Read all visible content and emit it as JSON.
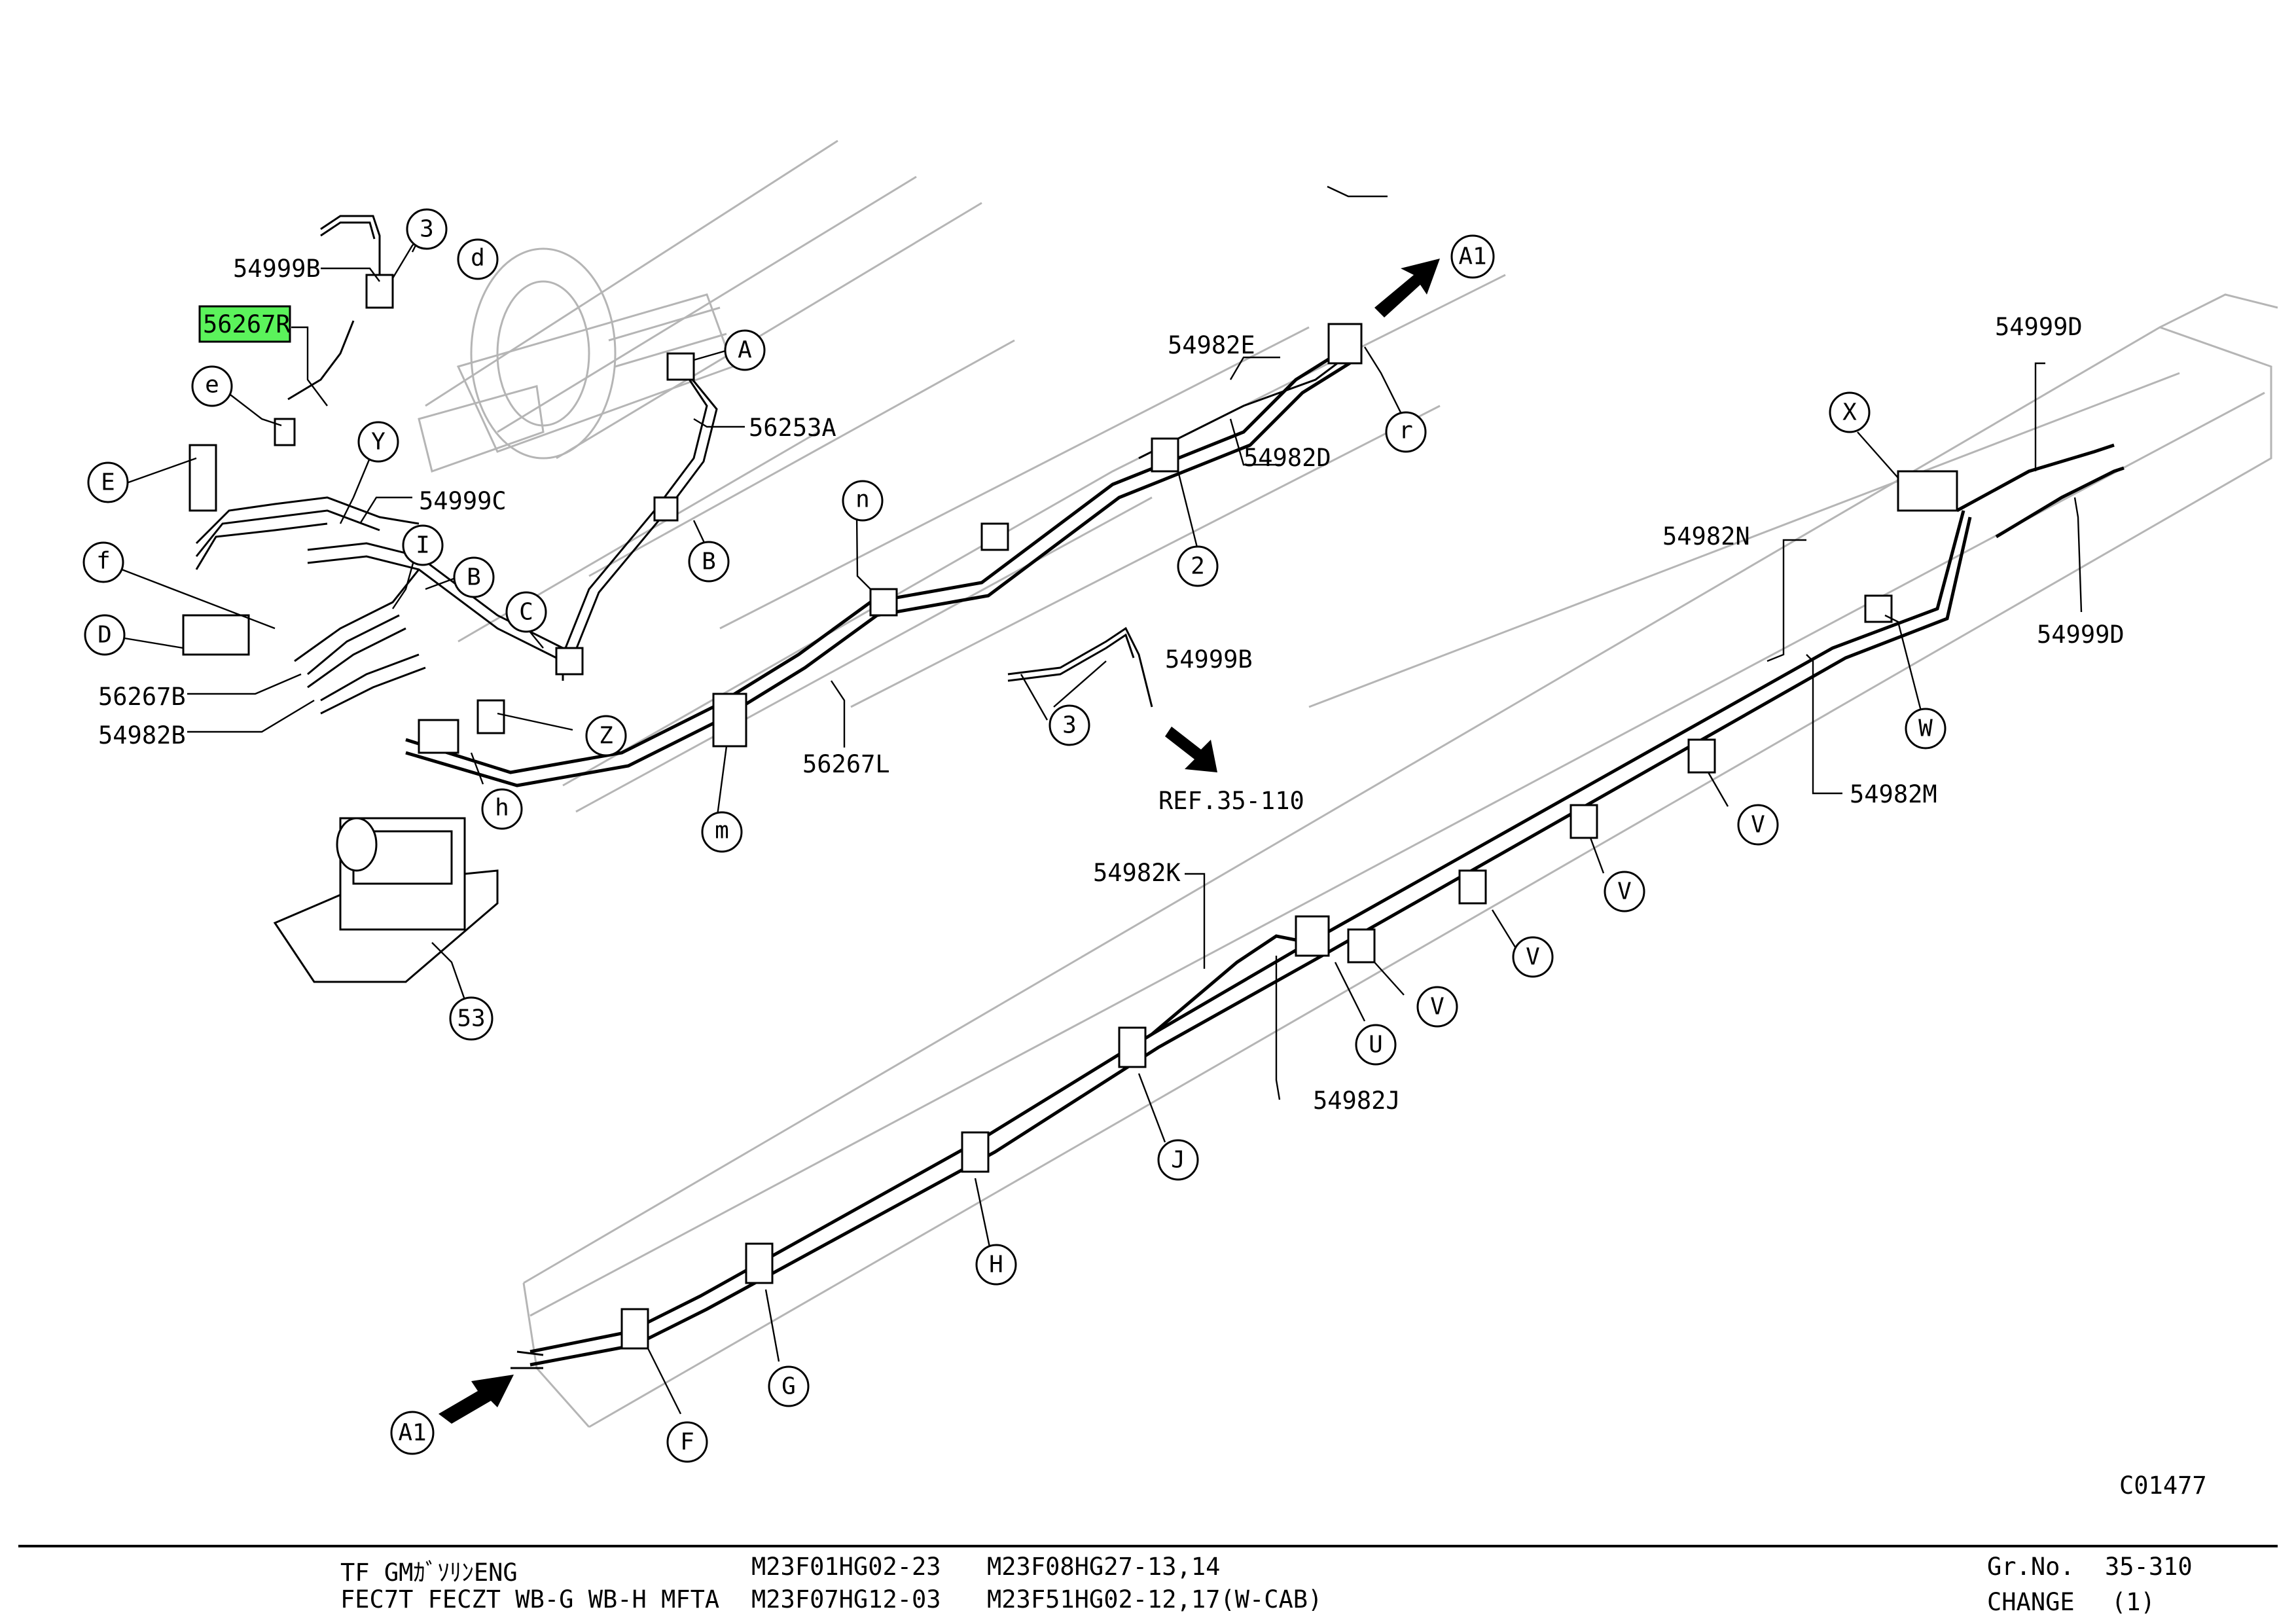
{
  "drawing_code": "C01477",
  "highlighted_part": "56267R",
  "part_labels": {
    "p54999B_top": "54999B",
    "p56267R": "56267R",
    "p54999C": "54999C",
    "p56253A": "56253A",
    "p56267B": "56267B",
    "p54982B": "54982B",
    "p56267L": "56267L",
    "p54999B_mid": "54999B",
    "ref": "REF.35-110",
    "p54982E": "54982E",
    "p54982D": "54982D",
    "p54999D_top": "54999D",
    "p54999D_bot": "54999D",
    "p54982N": "54982N",
    "p54982M": "54982M",
    "p54982K": "54982K",
    "p54982J": "54982J"
  },
  "callouts": {
    "c3_top": "3",
    "cd": "d",
    "ce": "e",
    "cY": "Y",
    "cE": "E",
    "cf": "f",
    "cD": "D",
    "cI": "I",
    "cB1": "B",
    "cC": "C",
    "cZ": "Z",
    "ch": "h",
    "c53": "53",
    "cA": "A",
    "cB2": "B",
    "cn": "n",
    "cm": "m",
    "c3_mid": "3",
    "cA1_top": "A1",
    "cr": "r",
    "c2": "2",
    "cX": "X",
    "cW": "W",
    "cV1": "V",
    "cV2": "V",
    "cV3": "V",
    "cV4": "V",
    "cU": "U",
    "cJ": "J",
    "cH": "H",
    "cG": "G",
    "cF": "F",
    "cA1_bot": "A1"
  },
  "footer": {
    "line1_a": "TF GMｶﾞｿﾘﾝENG",
    "line2_a": "FEC7T FECZT WB-G WB-H MFTA",
    "line1_b": "M23F01HG02-23",
    "line2_b": "M23F07HG12-03",
    "line1_c": "M23F08HG27-13,14",
    "line2_c": "M23F51HG02-12,17(W-CAB)",
    "grno_label": "Gr.No.",
    "grno_value": "35-310",
    "change_label": "CHANGE",
    "change_value": "(1)"
  },
  "colors": {
    "highlight": "#5bf35b",
    "body_lines": "#b5b5b5",
    "ink": "#000000"
  }
}
